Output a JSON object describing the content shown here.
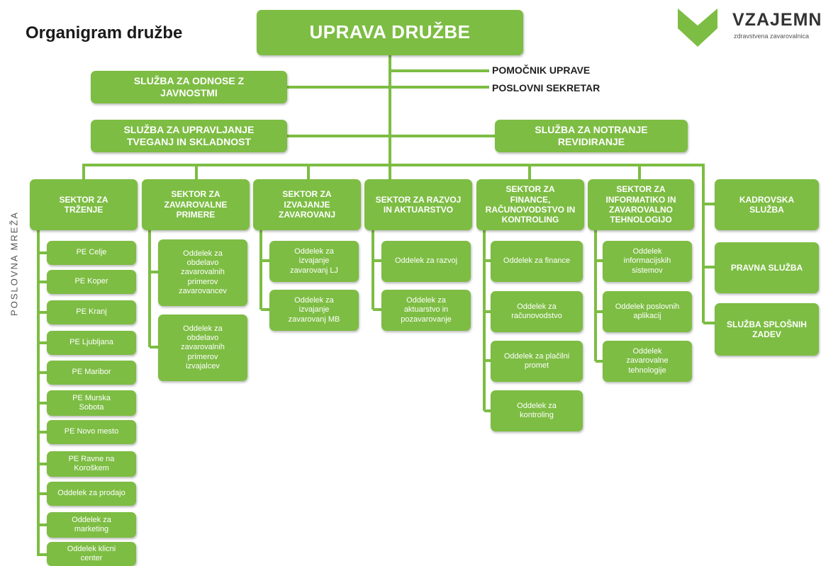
{
  "title": "Organigram družbe",
  "side_label": "POSLOVNA MREŽA",
  "logo": {
    "name": "VZAJEMNA",
    "subtitle": "zdravstvena zavarovalnica",
    "color": "#7dbd43"
  },
  "colors": {
    "box": "#7dbd43",
    "text": "#ffffff"
  },
  "top": {
    "uprava": "UPRAVA DRUŽBE",
    "pomocnik": "POMOČNIK UPRAVE",
    "sekretar": "POSLOVNI SEKRETAR",
    "odnosi": "SLUŽBA ZA ODNOSE Z\nJAVNOSTMI",
    "tveganja": "SLUŽBA ZA UPRAVLJANJE\nTVEGANJ IN SKLADNOST",
    "revizija": "SLUŽBA ZA NOTRANJE\nREVIDIRANJE"
  },
  "sectors": [
    {
      "name": "SEKTOR ZA\nTRŽENJE",
      "units": [
        "PE Celje",
        "PE Koper",
        "PE Kranj",
        "PE Ljubljana",
        "PE Maribor",
        "PE Murska\nSobota",
        "PE Novo mesto",
        "PE Ravne na\nKoroškem",
        "Oddelek za prodajo",
        "Oddelek za\nmarketing",
        "Oddelek klicni\ncenter"
      ]
    },
    {
      "name": "SEKTOR ZA\nZAVAROVALNE\nPRIMERE",
      "units": [
        "Oddelek za\nobdelavo\nzavarovalnih\nprimerov\nzavarovancev",
        "Oddelek za\nobdelavo\nzavarovalnih\nprimerov\nizvajalcev"
      ]
    },
    {
      "name": "SEKTOR ZA\nIZVAJANJE\nZAVAROVANJ",
      "units": [
        "Oddelek za\nizvajanje\nzavarovanj LJ",
        "Oddelek za\nizvajanje\nzavarovanj MB"
      ]
    },
    {
      "name": "SEKTOR ZA RAZVOJ\nIN AKTUARSTVO",
      "units": [
        "Oddelek za razvoj",
        "Oddelek za\naktuarstvo in\npozavarovanje"
      ]
    },
    {
      "name": "SEKTOR ZA\nFINANCE,\nRAČUNOVODSTVO IN\nKONTROLING",
      "units": [
        "Oddelek za finance",
        "Oddelek za\nračunovodstvo",
        "Oddelek za plačilni\npromet",
        "Oddelek za\nkontroling"
      ]
    },
    {
      "name": "SEKTOR ZA\nINFORMATIKO IN\nZAVAROVALNO\nTEHNOLOGIJO",
      "units": [
        "Oddelek\ninformacijskih\nsistemov",
        "Oddelek poslovnih\naplikacij",
        "Oddelek\nzavarovalne\ntehnologije"
      ]
    },
    {
      "name": "KADROVSKA\nSLUŽBA",
      "units": [
        "PRAVNA SLUŽBA",
        "SLUŽBA SPLOŠNIH\nZADEV"
      ]
    }
  ]
}
